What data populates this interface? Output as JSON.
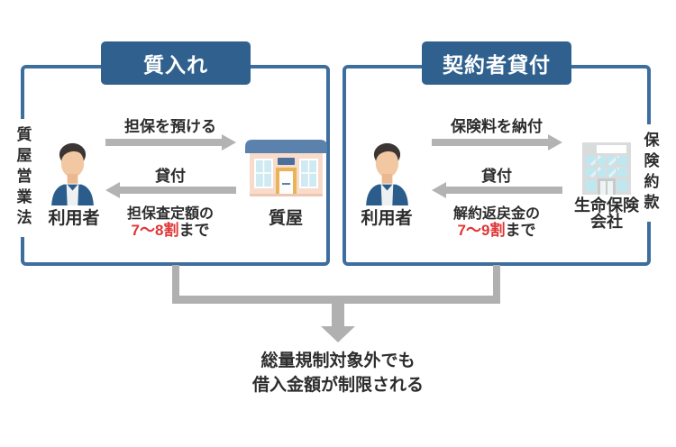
{
  "colors": {
    "panel_border": "#3e6e9e",
    "badge_bg": "#30618e",
    "badge_text": "#ffffff",
    "arrow_gray": "#b3b3b3",
    "connector_gray": "#b0b0b0",
    "highlight_red": "#e03636",
    "text_dark": "#2d2d2d"
  },
  "panels": [
    {
      "title": "質入れ",
      "side_label": "質屋営業法",
      "actor_label": "利用者",
      "counterparty_label": "質屋",
      "top_arrow_label": "担保を預ける",
      "top_arrow_direction": "right",
      "bottom_arrow_label": "貸付",
      "bottom_arrow_direction": "left",
      "limit_prefix": "担保査定額の",
      "limit_value": "7〜8割",
      "limit_suffix": "まで"
    },
    {
      "title": "契約者貸付",
      "side_label": "保険約款",
      "actor_label": "利用者",
      "counterparty_line1": "生命保険",
      "counterparty_line2": "会社",
      "top_arrow_label": "保険料を納付",
      "top_arrow_direction": "right",
      "bottom_arrow_label": "貸付",
      "bottom_arrow_direction": "left",
      "limit_prefix": "解約返戻金の",
      "limit_value": "7〜9割",
      "limit_suffix": "まで"
    }
  ],
  "conclusion": {
    "line1": "総量規制対象外でも",
    "line2": "借入金額が制限される"
  },
  "icons": {
    "actor": "person-icon",
    "pawnshop": "storefront-icon",
    "insurer": "office-building-icon",
    "merge_flow": "down-arrow-icon"
  }
}
